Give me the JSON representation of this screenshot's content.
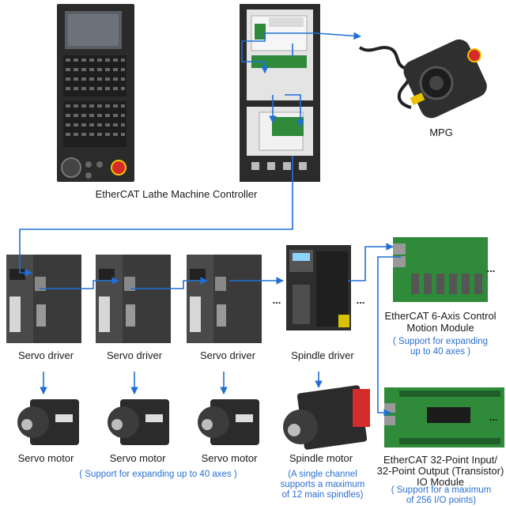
{
  "labels": {
    "controller": "EtherCAT Lathe Machine Controller",
    "mpg": "MPG",
    "servo_driver_1": "Servo driver",
    "servo_driver_2": "Servo driver",
    "servo_driver_3": "Servo driver",
    "spindle_driver": "Spindle driver",
    "servo_motor_1": "Servo motor",
    "servo_motor_2": "Servo motor",
    "servo_motor_3": "Servo motor",
    "spindle_motor": "Spindle motor",
    "motion_module_line1": "EtherCAT 6-Axis Control",
    "motion_module_line2": "Motion Module",
    "io_module_line1": "EtherCAT 32-Point Input/",
    "io_module_line2": "32-Point Output (Transistor)",
    "io_module_line3": "IO Module"
  },
  "notes": {
    "motion_expand_line1": "( Support for expanding",
    "motion_expand_line2": "up to 40 axes )",
    "servo_expand": "( Support for expanding up to 40 axes )",
    "spindle_line1": "(A single channel",
    "spindle_line2": "supports a maximum",
    "spindle_line3": "of 12 main spindles)",
    "io_line1": "( Support for a maximum",
    "io_line2": "of 256 I/O points)"
  },
  "ellipsis": "...",
  "colors": {
    "connector": "#1f6fd6",
    "note_text": "#2a6fd1",
    "pcb": "#2f8a3a",
    "device_dark": "#3a3a3a"
  }
}
